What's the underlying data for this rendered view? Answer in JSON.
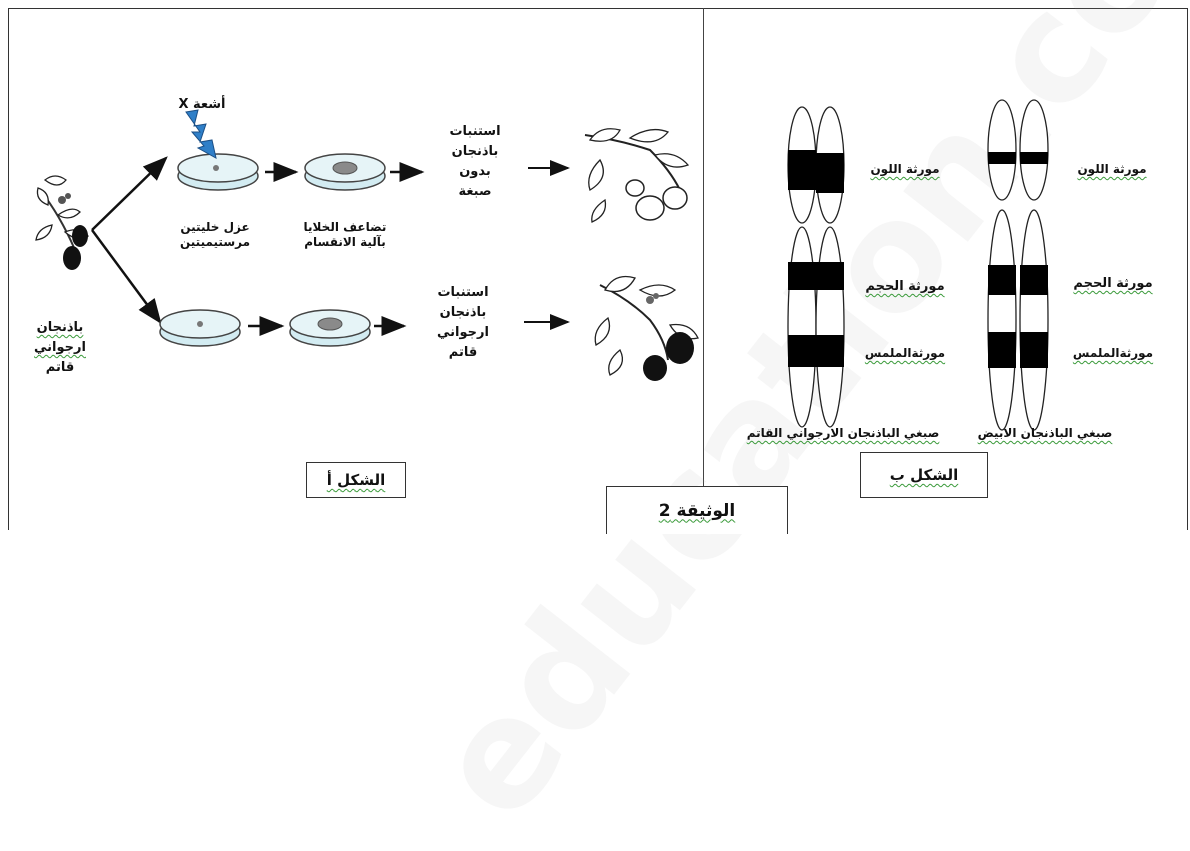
{
  "watermark": "education.com",
  "panel_a": {
    "x_ray": "أشعة X",
    "plant_label": [
      "باذنجان",
      "ارجواني",
      "قاتم"
    ],
    "isolate": [
      "عزل خليتين",
      "مرستيميتين"
    ],
    "divide": [
      "تضاعف الخلايا",
      "بآلية الانقسام"
    ],
    "result_top": [
      "استنبات",
      "باذنجان",
      "بدون",
      "صبغة"
    ],
    "result_bottom": [
      "استنبات",
      "باذنجان",
      "ارجواني",
      "قاتم"
    ],
    "box_label": "الشكل أ"
  },
  "panel_b": {
    "gene_color": "مورثة اللون",
    "gene_size": "مورثة الحجم",
    "gene_texture": "مورثةالملمس",
    "caption_left": "صبغي الباذنجان الارجواني القاتم",
    "caption_right": "صبغي الباذنجان الابيض",
    "box_label": "الشكل ب"
  },
  "document_label": "الوثيقة 2",
  "colors": {
    "dish": "#d3ecf2",
    "lightning": "#2f7fc8",
    "band": "#000000",
    "frame": "#333333"
  }
}
